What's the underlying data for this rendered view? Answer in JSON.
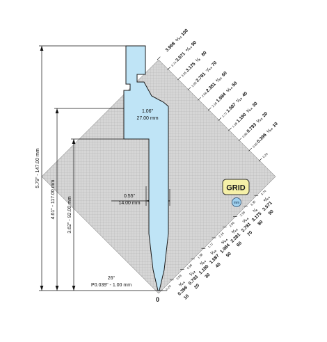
{
  "dimensions": {
    "top_width_in": "1.06\"",
    "top_width_mm": "27.00 mm",
    "tip_width_in": "0.55\"",
    "tip_width_mm": "14.00 mm",
    "height_total": "5.79\" - 147.00 mm",
    "height_mid": "4.61\" - 117.00 mm",
    "height_low": "3.62\" - 92.00 mm",
    "angle": "26°",
    "radius": "P0.039\" - 1.00 mm",
    "zero_marker": "0"
  },
  "grid": {
    "label": "GRID",
    "unit_badge": "mm"
  },
  "scale_upper": [
    {
      "small": "",
      "frac": "5/32",
      "dec": "3.968",
      "mm": "100"
    },
    {
      "small": "3.74",
      "frac": "9/64",
      "dec": "3.571",
      "mm": "90"
    },
    {
      "small": "3.35",
      "frac": "1/8",
      "dec": "3.175",
      "mm": "80"
    },
    {
      "small": "2.95",
      "frac": "7/64",
      "dec": "2.781",
      "mm": "70"
    },
    {
      "small": "2.56",
      "frac": "3/32",
      "dec": "2.381",
      "mm": "60"
    },
    {
      "small": "2.16",
      "frac": "5/64",
      "dec": "1.984",
      "mm": "50"
    },
    {
      "small": "1.77",
      "frac": "1/16",
      "dec": "1.587",
      "mm": "40"
    },
    {
      "small": "1.38",
      "frac": "3/64",
      "dec": "1.190",
      "mm": "30"
    },
    {
      "small": "0.98",
      "frac": "1/32",
      "dec": "0.793",
      "mm": "20"
    },
    {
      "small": "0.59",
      "frac": "1/64",
      "dec": "0.396",
      "mm": "10"
    },
    {
      "small": "0.20",
      "frac": "",
      "dec": "",
      "mm": ""
    }
  ],
  "scale_lower": [
    {
      "small": "0.20",
      "frac": "",
      "dec": "",
      "mm": ""
    },
    {
      "small": "0.59",
      "frac": "1/64",
      "dec": "0.396",
      "mm": "10"
    },
    {
      "small": "0.98",
      "frac": "1/32",
      "dec": "0.793",
      "mm": "20"
    },
    {
      "small": "1.38",
      "frac": "3/64",
      "dec": "1.190",
      "mm": "30"
    },
    {
      "small": "1.77",
      "frac": "1/16",
      "dec": "1.587",
      "mm": "40"
    },
    {
      "small": "2.16",
      "frac": "5/64",
      "dec": "1.984",
      "mm": "50"
    },
    {
      "small": "2.56",
      "frac": "3/32",
      "dec": "2.381",
      "mm": "60"
    },
    {
      "small": "2.95",
      "frac": "7/64",
      "dec": "2.781",
      "mm": "70"
    },
    {
      "small": "3.35",
      "frac": "1/8",
      "dec": "3.175",
      "mm": "80"
    },
    {
      "small": "3.74",
      "frac": "9/64",
      "dec": "3.571",
      "mm": "90"
    }
  ],
  "colors": {
    "punch_fill": "#bfe4f6",
    "punch_stroke": "#1a1a1a",
    "grid_bg": "#d4d4d4",
    "grid_line": "#a8a8a8",
    "grid_badge_fill": "#f5f0a8",
    "mm_badge_fill": "#9fd0ee"
  }
}
